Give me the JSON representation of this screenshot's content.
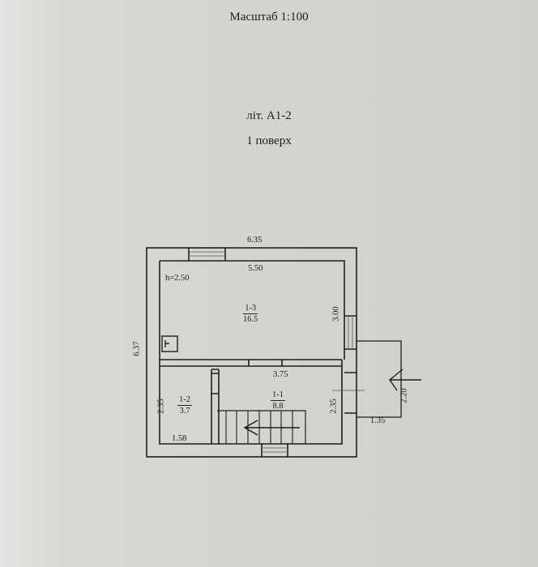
{
  "header": {
    "scale": "Масштаб 1:100",
    "letter": "літ. А1-2",
    "floor": "1 поверх"
  },
  "plan": {
    "ceiling_height": "h=2.50",
    "dimensions": {
      "outer_width": "6.35",
      "outer_height": "6.37",
      "room_1_3_width": "5.50",
      "room_1_3_depth": "3.00",
      "room_1_1_width": "3.75",
      "room_1_1_depth": "2.35",
      "room_1_2_depth": "2.35",
      "room_1_2_width": "1.58",
      "porch_width": "1.35",
      "porch_depth": "2.20"
    },
    "rooms": [
      {
        "number": "1-3",
        "area": "16.5"
      },
      {
        "number": "1-2",
        "area": "3.7"
      },
      {
        "number": "1-1",
        "area": "8.8"
      }
    ]
  }
}
